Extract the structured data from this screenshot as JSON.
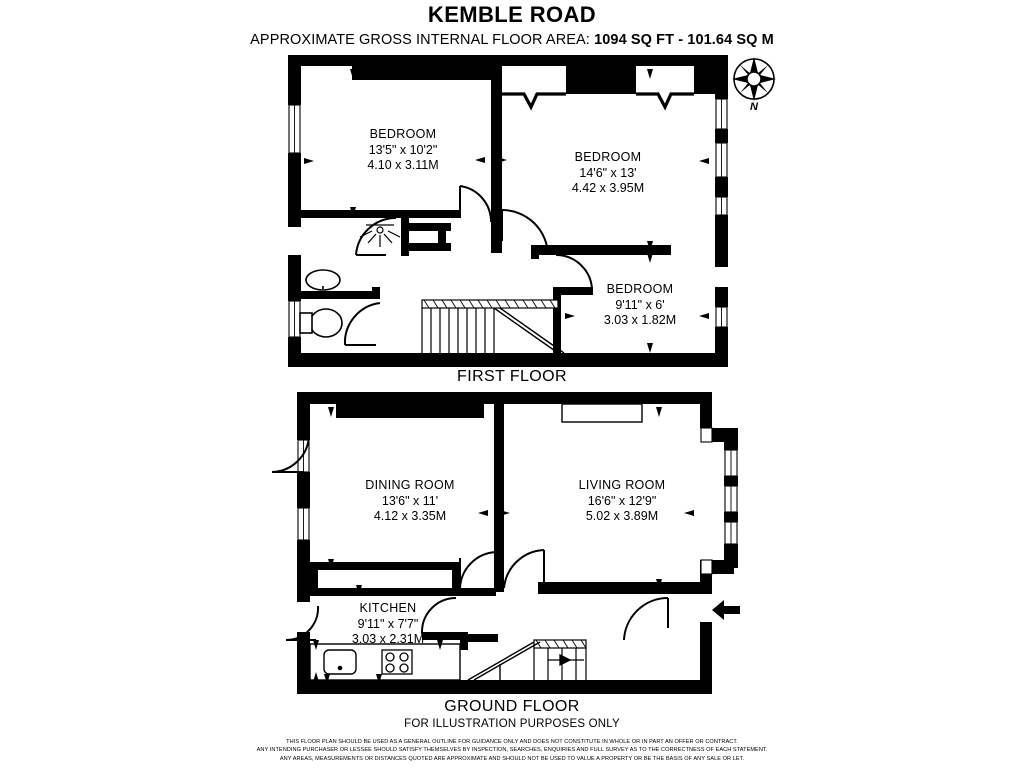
{
  "header": {
    "title": "KEMBLE ROAD",
    "area_prefix": "APPROXIMATE GROSS INTERNAL FLOOR AREA:",
    "area_sqft": "1094 SQ FT",
    "area_sep": "-",
    "area_sqm": "101.64 SQ M"
  },
  "compass": {
    "north_letter": "N",
    "icon": "compass-rose-icon"
  },
  "floors": [
    {
      "id": "first-floor",
      "caption": "FIRST FLOOR",
      "rooms": [
        {
          "id": "bedroom-1",
          "name": "BEDROOM",
          "dim_imperial": "13'5\" x 10'2\"",
          "dim_metric": "4.10 x 3.11M"
        },
        {
          "id": "bedroom-2",
          "name": "BEDROOM",
          "dim_imperial": "14'6\" x 13'",
          "dim_metric": "4.42 x 3.95M"
        },
        {
          "id": "bedroom-3",
          "name": "BEDROOM",
          "dim_imperial": "9'11\" x 6'",
          "dim_metric": "3.03 x 1.82M"
        }
      ]
    },
    {
      "id": "ground-floor",
      "caption": "GROUND FLOOR",
      "sub_caption": "FOR ILLUSTRATION PURPOSES ONLY",
      "rooms": [
        {
          "id": "dining-room",
          "name": "DINING ROOM",
          "dim_imperial": "13'6\" x 11'",
          "dim_metric": "4.12 x 3.35M"
        },
        {
          "id": "living-room",
          "name": "LIVING ROOM",
          "dim_imperial": "16'6\" x 12'9\"",
          "dim_metric": "5.02 x 3.89M"
        },
        {
          "id": "kitchen",
          "name": "KITCHEN",
          "dim_imperial": "9'11\" x 7'7\"",
          "dim_metric": "3.03 x 2.31M"
        }
      ]
    }
  ],
  "disclaimer": {
    "line1": "THIS FLOOR PLAN SHOULD BE USED AS A GENERAL OUTLINE FOR GUIDANCE ONLY AND DOES NOT CONSTITUTE IN WHOLE OR IN PART AN OFFER OR CONTRACT.",
    "line2": "ANY INTENDING PURCHASER OR LESSEE SHOULD SATISFY THEMSELVES BY INSPECTION, SEARCHES, ENQUIRIES AND FULL SURVEY AS TO THE CORRECTNESS OF EACH STATEMENT.",
    "line3": "ANY AREAS, MEASUREMENTS OR DISTANCES QUOTED ARE APPROXIMATE AND SHOULD NOT BE USED TO VALUE A PROPERTY OR BE THE BASIS OF ANY SALE OR LET."
  },
  "colors": {
    "wall": "#000000",
    "background": "#ffffff",
    "line": "#000000"
  }
}
